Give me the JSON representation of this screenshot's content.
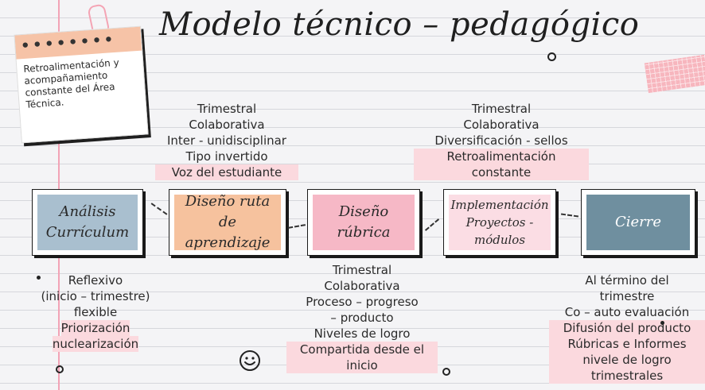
{
  "title": "Modelo técnico – pedagógico",
  "note": {
    "text": "Retroalimentación y acompañamiento constante del Área Técnica."
  },
  "steps": [
    {
      "label": "Análisis Currículum",
      "color": "#a9bfcf"
    },
    {
      "label": "Diseño ruta de aprendizaje",
      "color": "#f6c29e"
    },
    {
      "label": "Diseño rúbrica",
      "color": "#f6b8c6"
    },
    {
      "label": "Implementación Proyectos - módulos",
      "color": "#fbdde4"
    },
    {
      "label": "Cierre",
      "color": "#6f8f9f"
    }
  ],
  "top_blocks": [
    {
      "lines": [
        "Trimestral",
        "Colaborativa",
        "Inter - unidisciplinar",
        "Tipo invertido",
        "Voz del estudiante"
      ]
    },
    {
      "lines": [
        "Trimestral",
        "Colaborativa",
        "Diversificación - sellos",
        "Retroalimentación",
        "constante"
      ]
    }
  ],
  "bottom_blocks": [
    {
      "lines": [
        "Reflexivo",
        "(inicio – trimestre)",
        "flexible",
        "Priorización",
        "nuclearización"
      ]
    },
    {
      "lines": [
        "Trimestral",
        "Colaborativa",
        "Proceso – progreso",
        "– producto",
        "Niveles de logro",
        "Compartida desde el",
        "inicio"
      ]
    },
    {
      "lines": [
        "Al término del",
        "trimestre",
        "Co – auto evaluación",
        "Difusión del producto",
        "Rúbricas e Informes",
        "nivele de logro",
        "trimestrales"
      ]
    }
  ]
}
